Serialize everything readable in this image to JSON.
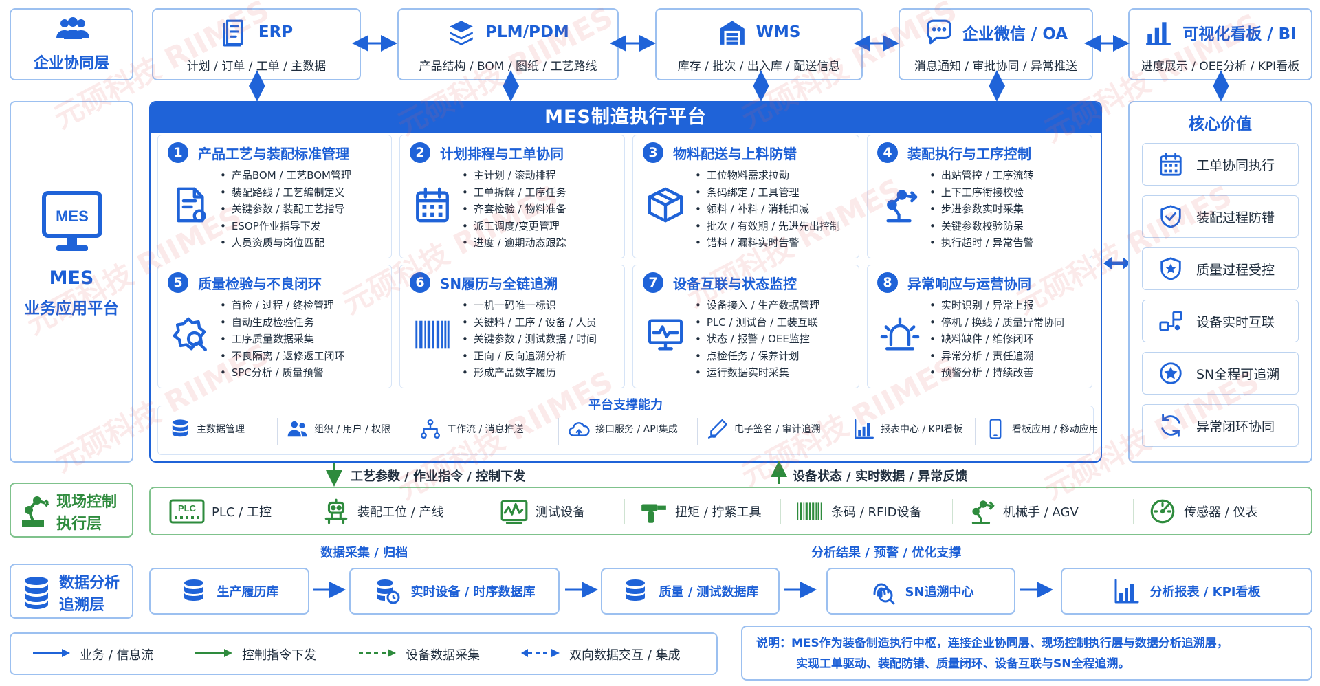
{
  "top_layer": {
    "label": "企业协同层",
    "systems": [
      {
        "name": "ERP",
        "desc": "计划 / 订单 / 工单 / 主数据",
        "icon": "document-list-icon"
      },
      {
        "name": "PLM/PDM",
        "desc": "产品结构 / BOM / 图纸 / 工艺路线",
        "icon": "layers-icon"
      },
      {
        "name": "WMS",
        "desc": "库存 / 批次 / 出入库 / 配送信息",
        "icon": "warehouse-icon"
      },
      {
        "name": "企业微信 / OA",
        "desc": "消息通知 / 审批协同 / 异常推送",
        "icon": "chat-bubble-icon"
      },
      {
        "name": "可视化看板 / BI",
        "desc": "进度展示 / OEE分析 / KPI看板",
        "icon": "bar-chart-icon"
      }
    ]
  },
  "mes_side": {
    "badge": "MES",
    "line1": "MES",
    "line2": "业务应用平台"
  },
  "platform": {
    "title": "MES制造执行平台",
    "modules": [
      {
        "num": "1",
        "title": "产品工艺与装配标准管理",
        "icon": "document-gear-icon",
        "items": [
          "产品BOM / 工艺BOM管理",
          "装配路线 / 工艺编制定义",
          "关键参数 / 装配工艺指导",
          "ESOP作业指导下发",
          "人员资质与岗位匹配"
        ]
      },
      {
        "num": "2",
        "title": "计划排程与工单协同",
        "icon": "calendar-icon",
        "items": [
          "主计划 / 滚动排程",
          "工单拆解 / 工序任务",
          "齐套检验 / 物料准备",
          "派工调度/变更管理",
          "进度 / 逾期动态跟踪"
        ]
      },
      {
        "num": "3",
        "title": "物料配送与上料防错",
        "icon": "package-box-icon",
        "items": [
          "工位物料需求拉动",
          "条码绑定 / 工具管理",
          "领料 / 补料 / 消耗扣减",
          "批次 / 有效期 / 先进先出控制",
          "错料 / 漏料实时告警"
        ]
      },
      {
        "num": "4",
        "title": "装配执行与工序控制",
        "icon": "robot-arm-icon",
        "items": [
          "出站管控 / 工序流转",
          "上下工序衔接校验",
          "步进参数实时采集",
          "关键参数校验防呆",
          "执行超时 / 异常告警"
        ]
      },
      {
        "num": "5",
        "title": "质量检验与不良闭环",
        "icon": "quality-search-icon",
        "items": [
          "首检 / 过程 / 终检管理",
          "自动生成检验任务",
          "工序质量数据采集",
          "不良隔离 / 返修返工闭环",
          "SPC分析 / 质量预警"
        ]
      },
      {
        "num": "6",
        "title": "SN履历与全链追溯",
        "icon": "barcode-icon",
        "items": [
          "一机一码唯一标识",
          "关键料 / 工序 / 设备 / 人员",
          "关键参数 / 测试数据 / 时间",
          "正向 / 反向追溯分析",
          "形成产品数字履历"
        ]
      },
      {
        "num": "7",
        "title": "设备互联与状态监控",
        "icon": "monitor-pulse-icon",
        "items": [
          "设备接入 / 生产数据管理",
          "PLC / 测试台 / 工装互联",
          "状态 / 报警 / OEE监控",
          "点检任务 / 保养计划",
          "运行数据实时采集"
        ]
      },
      {
        "num": "8",
        "title": "异常响应与运营协同",
        "icon": "alarm-light-icon",
        "items": [
          "实时识别 / 异常上报",
          "停机 / 换线 / 质量异常协同",
          "缺料缺件 / 维修闭环",
          "异常分析 / 责任追溯",
          "预警分析 / 持续改善"
        ]
      }
    ],
    "support": {
      "title": "平台支撑能力",
      "items": [
        {
          "label": "主数据管理",
          "icon": "database-icon"
        },
        {
          "label": "组织 / 用户 / 权限",
          "icon": "users-icon"
        },
        {
          "label": "工作流 / 消息推送",
          "icon": "workflow-icon"
        },
        {
          "label": "接口服务 / API集成",
          "icon": "cloud-icon"
        },
        {
          "label": "电子签名 / 审计追溯",
          "icon": "signature-pen-icon"
        },
        {
          "label": "报表中心 / KPI看板",
          "icon": "report-chart-icon"
        },
        {
          "label": "看板应用 / 移动应用",
          "icon": "mobile-icon"
        }
      ]
    }
  },
  "value": {
    "title": "核心价值",
    "items": [
      {
        "label": "工单协同执行",
        "icon": "calendar-icon"
      },
      {
        "label": "装配过程防错",
        "icon": "shield-check-icon"
      },
      {
        "label": "质量过程受控",
        "icon": "shield-star-icon"
      },
      {
        "label": "设备实时互联",
        "icon": "device-link-icon"
      },
      {
        "label": "SN全程可追溯",
        "icon": "star-badge-icon"
      },
      {
        "label": "异常闭环协同",
        "icon": "refresh-icon"
      }
    ]
  },
  "control": {
    "label_line1": "现场控制",
    "label_line2": "执行层",
    "down_label": "工艺参数 / 作业指令 / 控制下发",
    "up_label": "设备状态 / 实时数据 / 异常反馈",
    "items": [
      {
        "label": "PLC / 工控",
        "icon": "plc-icon",
        "icon_text": "PLC"
      },
      {
        "label": "装配工位 / 产线",
        "icon": "assembly-robot-icon"
      },
      {
        "label": "测试设备",
        "icon": "oscilloscope-icon"
      },
      {
        "label": "扭矩 / 拧紧工具",
        "icon": "torque-tool-icon"
      },
      {
        "label": "条码 / RFID设备",
        "icon": "barcode-scanner-icon"
      },
      {
        "label": "机械手 / AGV",
        "icon": "robot-arm-icon"
      },
      {
        "label": "传感器 / 仪表",
        "icon": "gauge-icon"
      }
    ]
  },
  "data_layer": {
    "label_line1": "数据分析",
    "label_line2": "追溯层",
    "collect_label": "数据采集 / 归档",
    "analysis_label": "分析结果 / 预警 / 优化支撑",
    "boxes": [
      {
        "label": "生产履历库",
        "icon": "database-icon"
      },
      {
        "label": "实时设备 / 时序数据库",
        "icon": "database-clock-icon"
      },
      {
        "label": "质量 / 测试数据库",
        "icon": "database-icon"
      },
      {
        "label": "SN追溯中心",
        "icon": "fingerprint-search-icon"
      },
      {
        "label": "分析报表 / KPI看板",
        "icon": "report-chart-icon"
      }
    ]
  },
  "legend": [
    {
      "label": "业务 / 信息流",
      "style": "solid-blue"
    },
    {
      "label": "控制指令下发",
      "style": "solid-green"
    },
    {
      "label": "设备数据采集",
      "style": "dashed-green"
    },
    {
      "label": "双向数据交互 / 集成",
      "style": "dashed-blue-double"
    }
  ],
  "note": {
    "line1": "说明：MES作为装备制造执行中枢，连接企业协同层、现场控制执行层与数据分析追溯层，",
    "line2": "实现工单驱动、装配防错、质量闭环、设备互联与SN全程追溯。"
  },
  "watermarks": [
    "元硕科技 RIIMES",
    "元硕科技 RIIMES",
    "元硕科技 RIIMES",
    "元硕科技 RIIMES",
    "元硕科技 RIIMES",
    "元硕科技 RIIMES",
    "元硕科技 RIIMES",
    "元硕科技 RIIMES",
    "元硕科技 RIIMES",
    "元硕科技 RIIMES",
    "元硕科技 RIIMES",
    "元硕科技 RIIMES"
  ],
  "colors": {
    "primary": "#1f63d8",
    "green": "#2e8b3d",
    "border_blue": "#9cc0f0",
    "border_green": "#7fc28c"
  }
}
